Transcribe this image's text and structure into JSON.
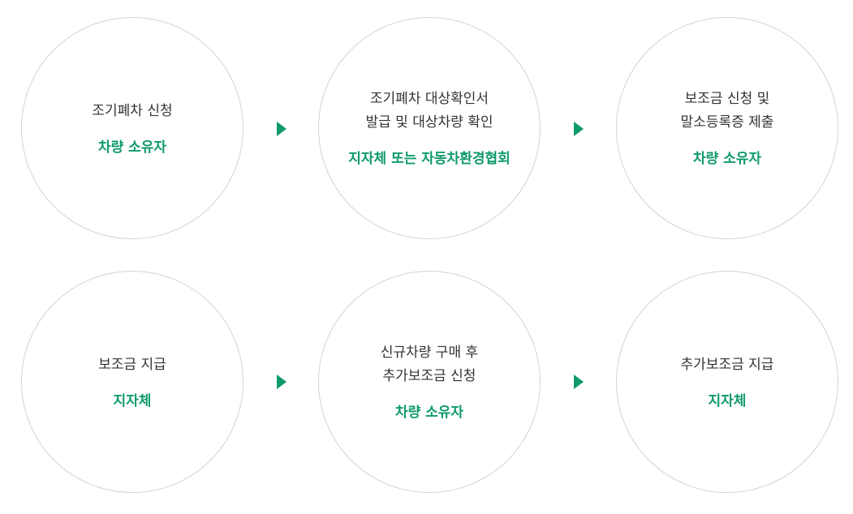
{
  "accent_color": "#0f9a6a",
  "steps": [
    {
      "title_lines": [
        "조기폐차 신청"
      ],
      "actor": "차량 소유자"
    },
    {
      "title_lines": [
        "조기폐차 대상확인서",
        "발급 및 대상차량 확인"
      ],
      "actor": "지자체 또는 자동차환경협회"
    },
    {
      "title_lines": [
        "보조금 신청 및",
        "말소등록증 제출"
      ],
      "actor": "차량 소유자"
    },
    {
      "title_lines": [
        "보조금 지급"
      ],
      "actor": "지자체"
    },
    {
      "title_lines": [
        "신규차량 구매 후",
        "추가보조금 신청"
      ],
      "actor": "차량 소유자"
    },
    {
      "title_lines": [
        "추가보조금 지급"
      ],
      "actor": "지자체"
    }
  ],
  "connector_icon": "triangle-right-icon"
}
